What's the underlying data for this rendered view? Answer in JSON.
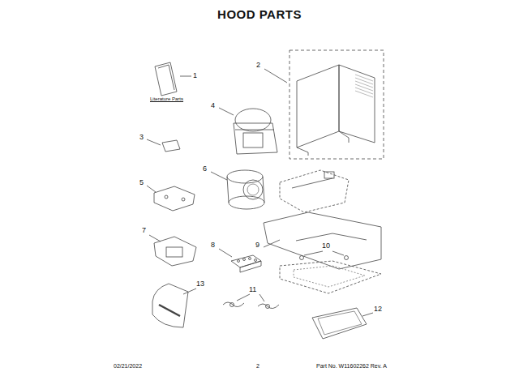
{
  "diagram": {
    "title": "HOOD PARTS",
    "labels": [
      "1",
      "Literature Parts",
      "2",
      "4",
      "3",
      "6",
      "5",
      "9",
      "10",
      "7",
      "8",
      "13",
      "11",
      "12",
      "02/21/2022",
      "2",
      "Part No. W11602262 Rev. A"
    ]
  }
}
